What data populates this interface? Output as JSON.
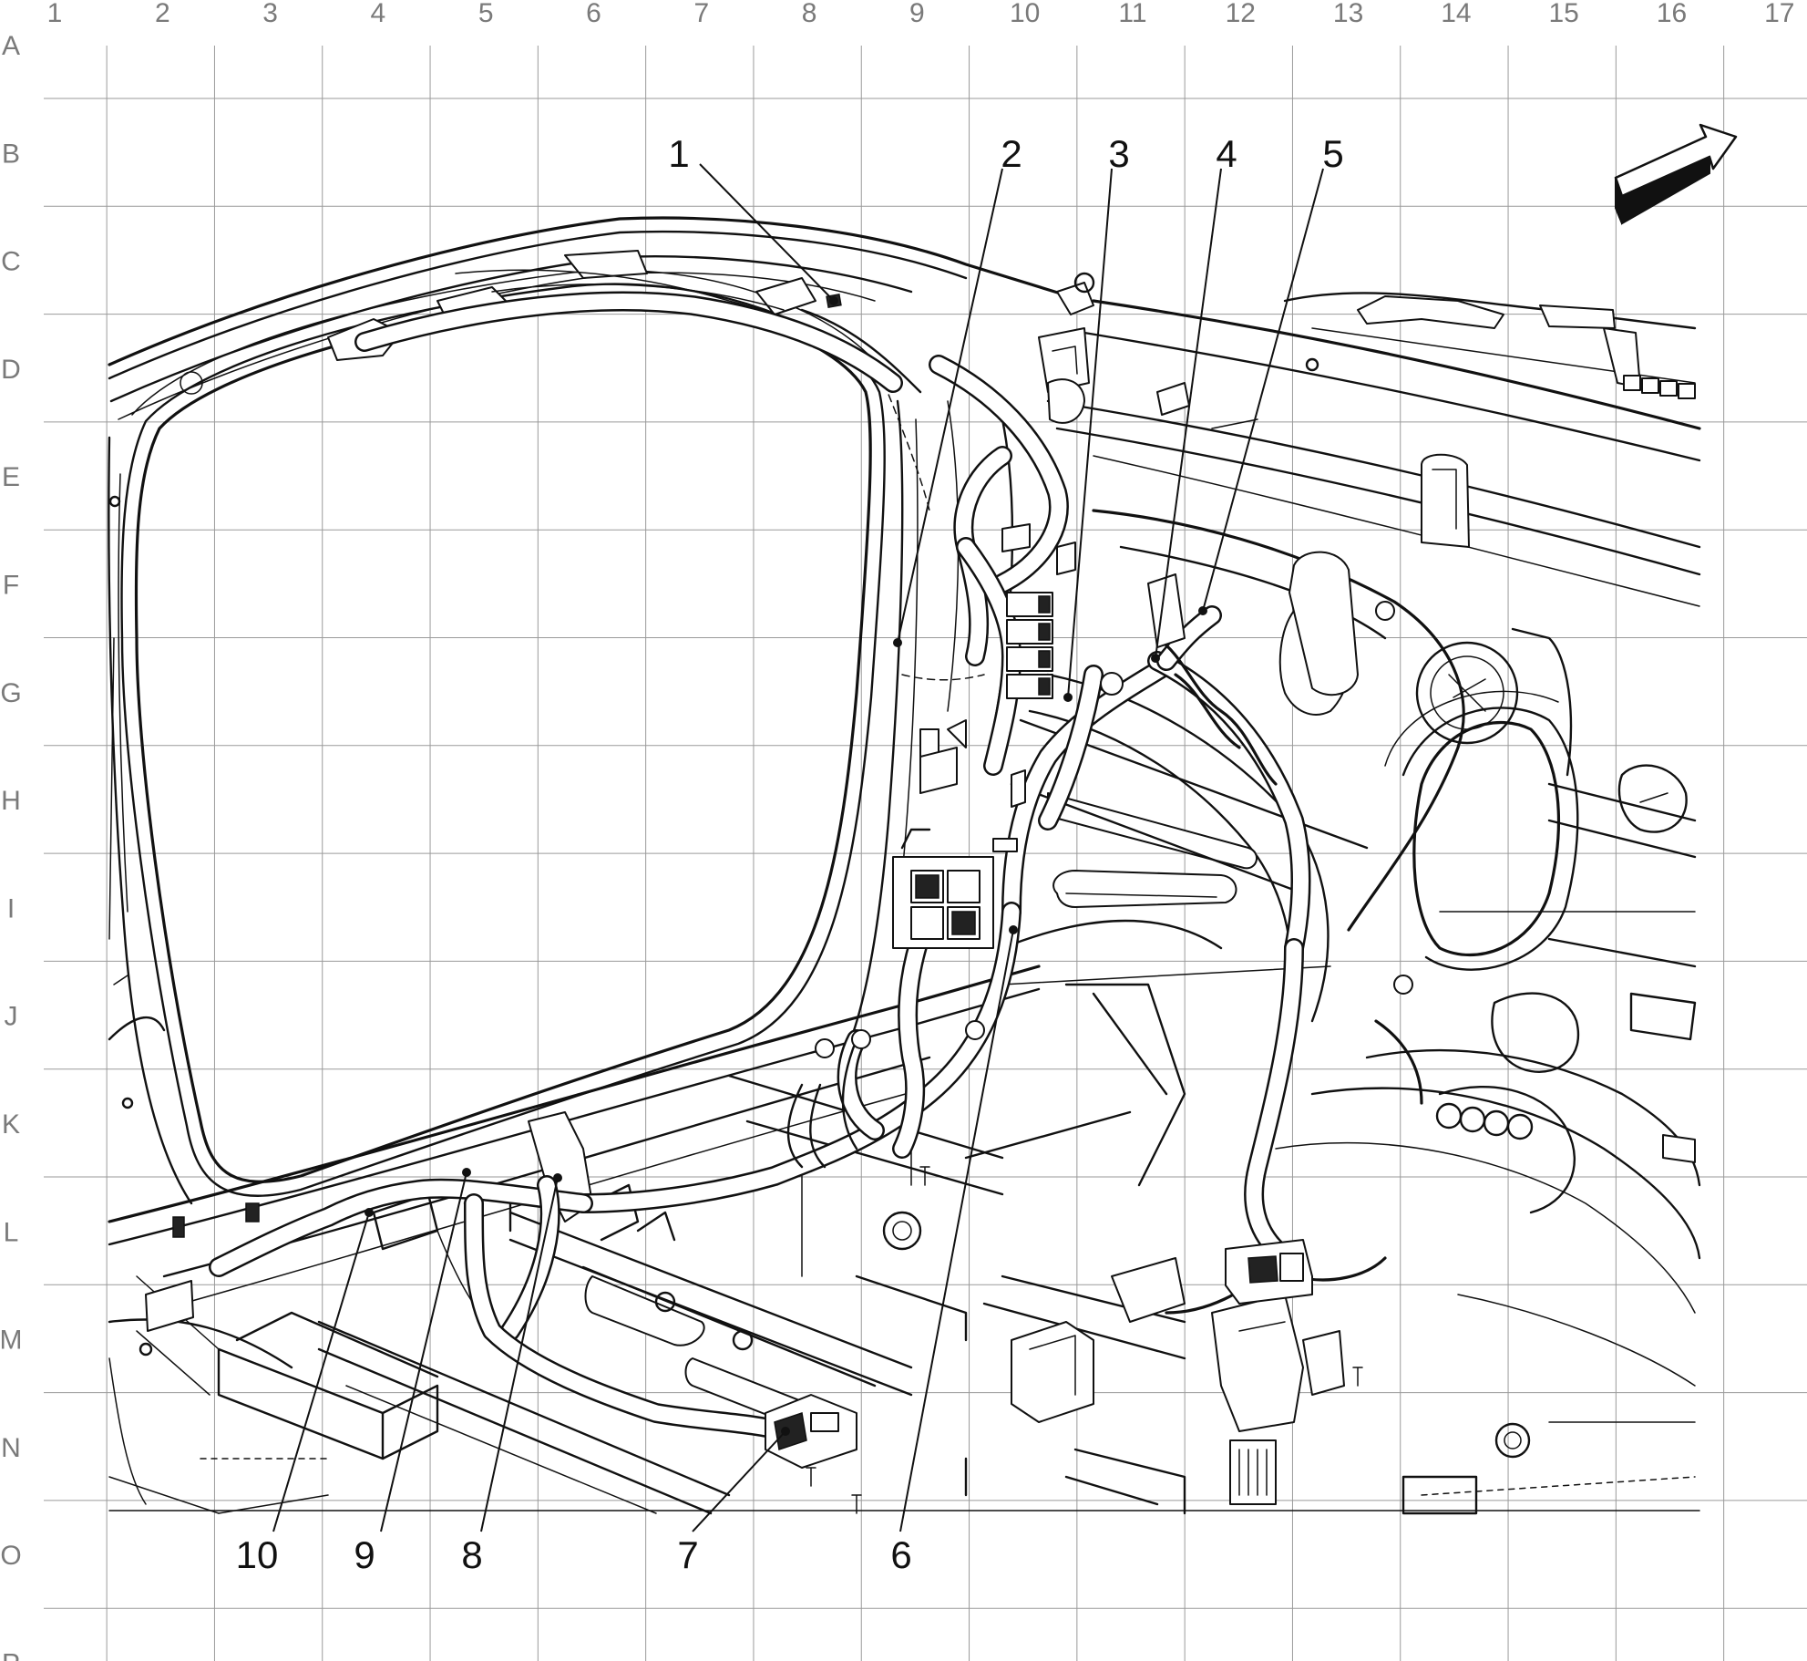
{
  "grid": {
    "columns": [
      "1",
      "2",
      "3",
      "4",
      "5",
      "6",
      "7",
      "8",
      "9",
      "10",
      "11",
      "12",
      "13",
      "14",
      "15",
      "16",
      "17"
    ],
    "rows": [
      "A",
      "B",
      "C",
      "D",
      "E",
      "F",
      "G",
      "H",
      "I",
      "J",
      "K",
      "L",
      "M",
      "N",
      "O",
      "P"
    ]
  },
  "callouts": [
    {
      "label": "1"
    },
    {
      "label": "2"
    },
    {
      "label": "3"
    },
    {
      "label": "4"
    },
    {
      "label": "5"
    },
    {
      "label": "6"
    },
    {
      "label": "7"
    },
    {
      "label": "8"
    },
    {
      "label": "9"
    },
    {
      "label": "10"
    }
  ],
  "orientation_arrow": {
    "icon": "front-direction-arrow-icon"
  }
}
